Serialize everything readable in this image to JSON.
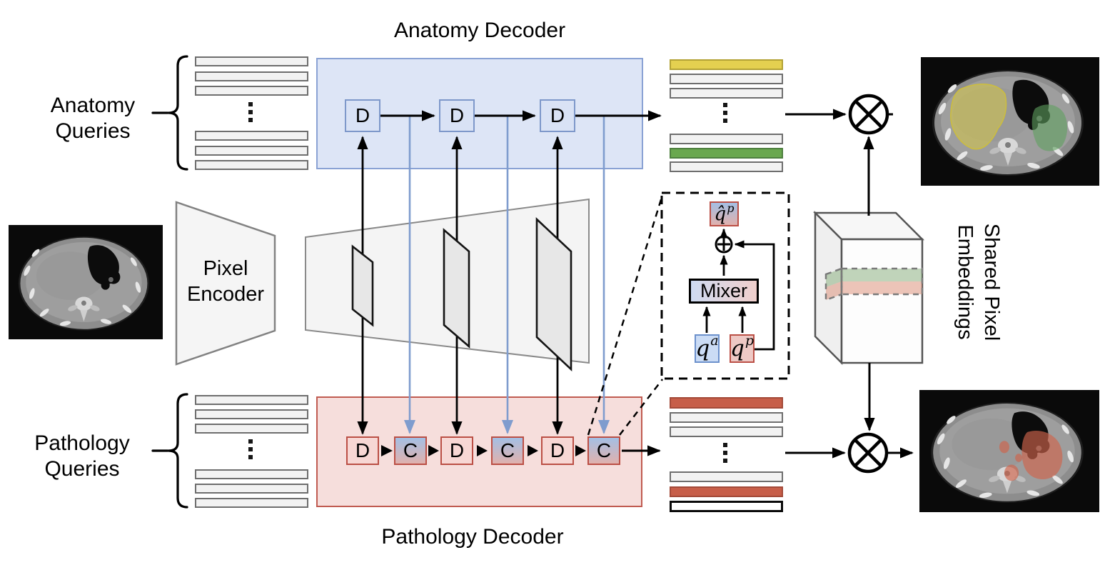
{
  "figure": {
    "anatomy_decoder": {
      "title": "Anatomy Decoder",
      "units": [
        "D",
        "D",
        "D"
      ]
    },
    "pathology_decoder": {
      "title": "Pathology Decoder",
      "units": [
        "D",
        "C",
        "D",
        "C",
        "D",
        "C"
      ]
    },
    "anatomy_queries": {
      "line1": "Anatomy",
      "line2": "Queries"
    },
    "pathology_queries": {
      "line1": "Pathology",
      "line2": "Queries"
    },
    "pixel_encoder": {
      "line1": "Pixel",
      "line2": "Encoder"
    },
    "shared_pixel_embeddings": {
      "line1": "Shared Pixel",
      "line2": "Embeddings"
    },
    "mixer": {
      "label": "Mixer",
      "q_hat_p": {
        "base": "q̂",
        "sup": "p"
      },
      "q_a": {
        "base": "q",
        "sup": "a"
      },
      "q_p": {
        "base": "q",
        "sup": "p"
      }
    }
  },
  "icons": {
    "circled_times": "⊗",
    "circled_plus": "⊕",
    "vertical_ellipsis": "⋮",
    "brace": "{"
  },
  "colors": {
    "blue-box-fill": "#dde5f6",
    "blue-box-border": "#8aa2d4",
    "blue-unit-fill": "#d9e2f5",
    "blue-unit-border": "#7e98ca",
    "blue-arrow": "#7f9cce",
    "pink-box-fill": "#f6dedc",
    "pink-box-border": "#c05b51",
    "pink-unit-fill": "#f7d7d4",
    "pink-unit-border": "#bb4f45",
    "c-grad-top": "#a4bfe4",
    "c-grad-bottom": "#e0b1ad",
    "bar-fill": "#f2f2f2",
    "bar-border": "#6e6e6e",
    "bar-yellow": "#e4d050",
    "bar-yellow-border": "#b3a235",
    "bar-green": "#6aa84f",
    "bar-green-border": "#4f8040",
    "bar-red": "#c75e49",
    "bar-red-border": "#a34a39",
    "qa-fill": "#cbdcf5",
    "qa-border": "#6c91cc",
    "qp-fill": "#eec9c5",
    "mixer-grad-left": "#cfdbf1",
    "mixer-grad-right": "#f0cfcc",
    "slab-green": "#84ac78",
    "slab-red": "#db8b73",
    "overlay-yellow": "#d6c646",
    "overlay-green": "#5fa05f",
    "overlay-red": "#d0644b"
  }
}
